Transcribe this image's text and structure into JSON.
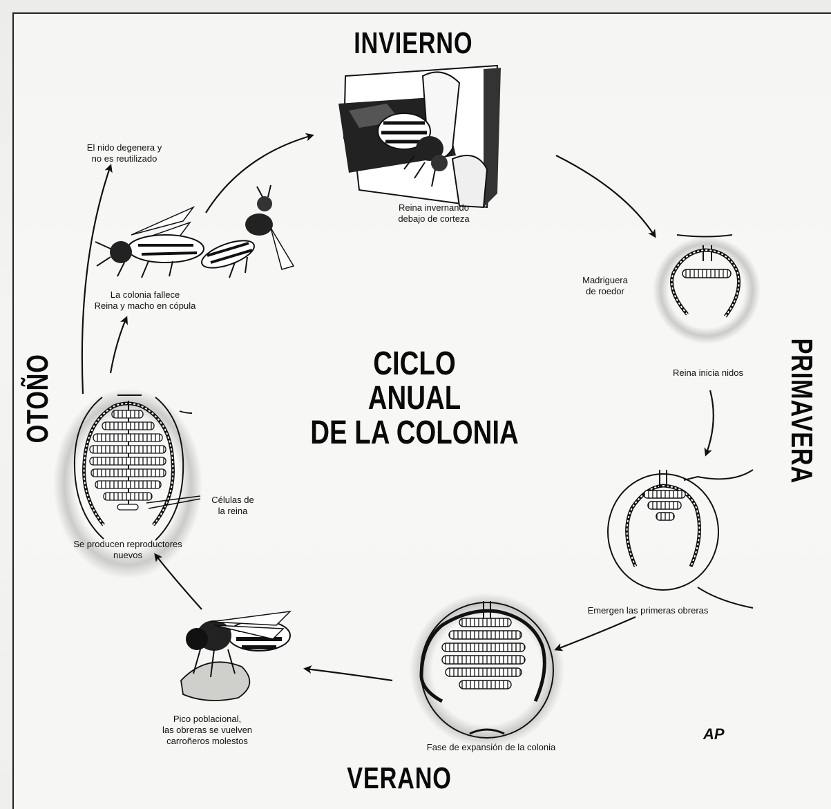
{
  "seasons": {
    "winter": "INVIERNO",
    "spring": "PRIMAVERA",
    "summer": "VERANO",
    "autumn": "OTOÑO"
  },
  "title": {
    "line1": "CICLO",
    "line2": "ANUAL",
    "line3": "DE LA COLONIA"
  },
  "labels": {
    "queen_overwintering": [
      "Reina invernando",
      "debajo de corteza"
    ],
    "rodent_burrow": [
      "Madriguera",
      "de roedor"
    ],
    "queen_starts_nests": "Reina inicia nidos",
    "first_workers": "Emergen las primeras obreras",
    "expansion_phase": "Fase de expansión de la colonia",
    "population_peak": [
      "Pico poblacional,",
      "las obreras se vuelven",
      "carroñeros molestos"
    ],
    "new_reproductives": [
      "Se producen reproductores",
      "nuevos"
    ],
    "queen_cells": [
      "Células de",
      "la reina"
    ],
    "colony_dies": [
      "La colonia fallece",
      "Reina y macho en cópula"
    ],
    "nest_degenerates": [
      "El nido degenera y",
      "no es reutilizado"
    ]
  },
  "logo": "AP",
  "colors": {
    "ink": "#111111",
    "paper": "#f3f3f1",
    "bleed_text": "#c4c4c0"
  }
}
